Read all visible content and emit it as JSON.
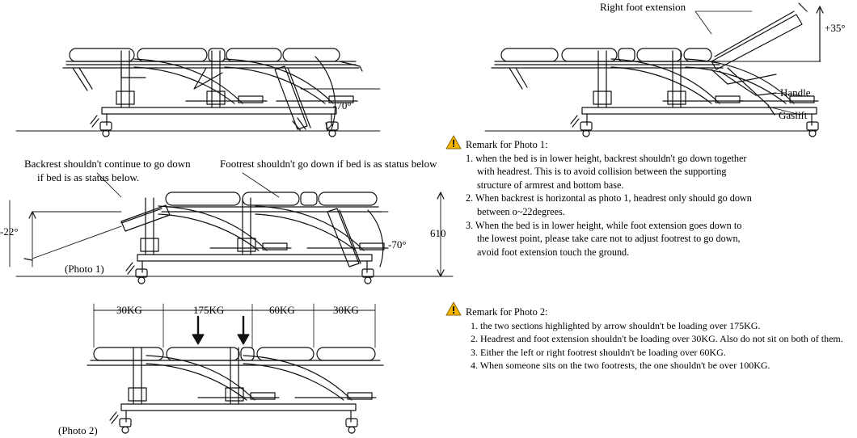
{
  "labels": {
    "right_foot_extension": "Right foot extension",
    "plus35": "+35°",
    "handle": "Handle",
    "gaslift": "Gaslift",
    "minus70_top": "-70°",
    "backrest_line1": "Backrest shouldn't continue to go down",
    "backrest_line2": "if bed is as status below.",
    "footrest_note": "Footrest shouldn't go down  if bed is as status below",
    "minus22": "-22°",
    "minus70_mid": "-70°",
    "height_610": "610",
    "photo1": "(Photo 1)",
    "photo2": "(Photo 2)",
    "load_30a": "30KG",
    "load_175": "175KG",
    "load_60": "60KG",
    "load_30b": "30KG"
  },
  "remark1": {
    "title": "Remark for Photo 1:",
    "items": [
      {
        "l1": "1. when the bed is in lower height, backrest shouldn't go down together",
        "l2": "with headrest. This is to avoid collision between the supporting",
        "l3": "structure of armrest and bottom base."
      },
      {
        "l1": "2. When backrest is horizontal as photo 1, headrest only should go down",
        "l2": "between o~22degrees."
      },
      {
        "l1": "3. When the bed is in lower height, while foot extension goes down to",
        "l2": "the lowest point, please take care not to adjust footrest to go down,",
        "l3": "avoid foot extension touch the ground."
      }
    ]
  },
  "remark2": {
    "title": "Remark for Photo 2:",
    "items": [
      "1. the two sections highlighted by arrow shouldn't be loading over 175KG.",
      "2. Headrest and foot extension shouldn't be loading over 30KG. Also do not sit on both of them.",
      "3. Either the left or right footrest shouldn't be loading over 60KG.",
      "4. When someone sits on the two footrests, the one shouldn't be over 100KG."
    ]
  },
  "colors": {
    "ink": "#111111",
    "warning_fill": "#f5b400"
  },
  "icons": [
    "warning-icon",
    "down-arrow-icon"
  ]
}
